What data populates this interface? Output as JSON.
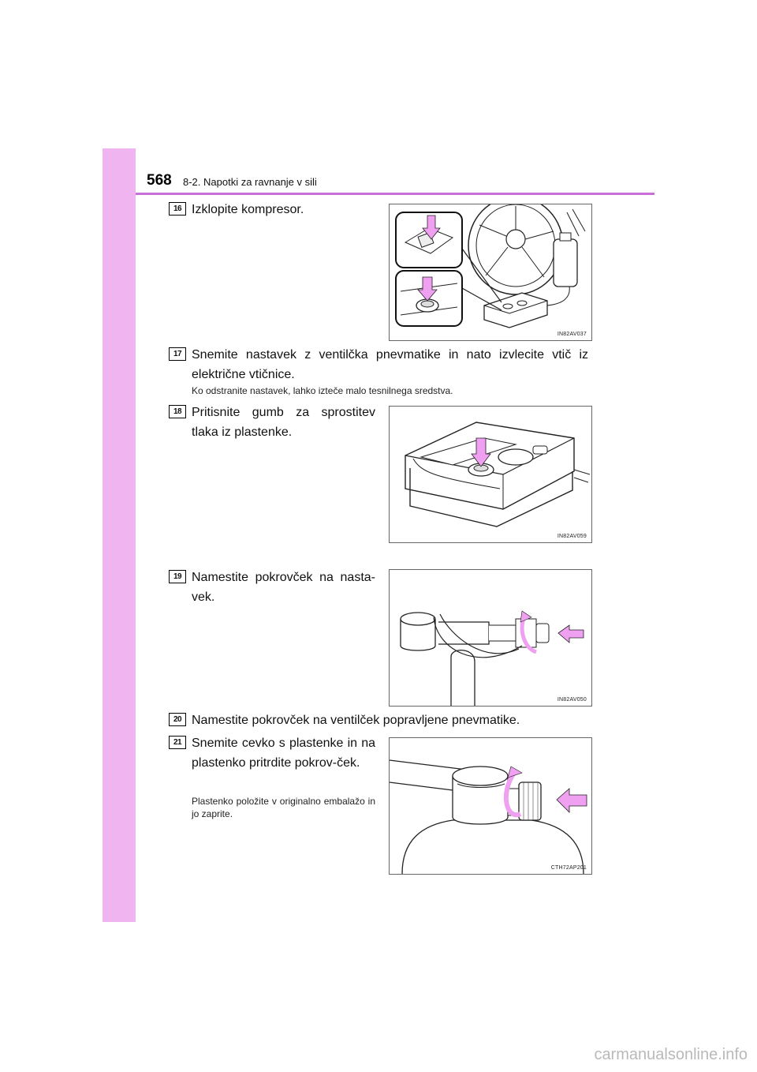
{
  "header": {
    "page_number": "568",
    "section_title": "8-2. Napotki za ravnanje v sili"
  },
  "steps": [
    {
      "number": "16",
      "text": "Izklopite kompresor.",
      "figure_code": "IN82AV037"
    },
    {
      "number": "17",
      "text": "Snemite nastavek z ventilčka pnevmatike in nato izvlecite vtič iz električne vtičnice.",
      "note": "Ko odstranite nastavek, lahko izteče malo tesnilnega sredstva."
    },
    {
      "number": "18",
      "text": "Pritisnite gumb za sprostitev tlaka iz plastenke.",
      "figure_code": "IN82AV059"
    },
    {
      "number": "19",
      "text": "Namestite pokrovček na nasta-vek.",
      "figure_code": "IN82AV050"
    },
    {
      "number": "20",
      "text": "Namestite pokrovček na ventilček popravljene pnevmatike."
    },
    {
      "number": "21",
      "text": "Snemite cevko s plastenke in na plastenko pritrdite pokrov-ček.",
      "note": "Plastenko položite v originalno embalažo in jo zaprite.",
      "figure_code": "CTH72AP201"
    }
  ],
  "colors": {
    "side_band": "#f0b4f0",
    "header_rule": "#c870d8",
    "arrow_pink": "#f0a0f0"
  },
  "watermark": "carmanualsonline.info"
}
